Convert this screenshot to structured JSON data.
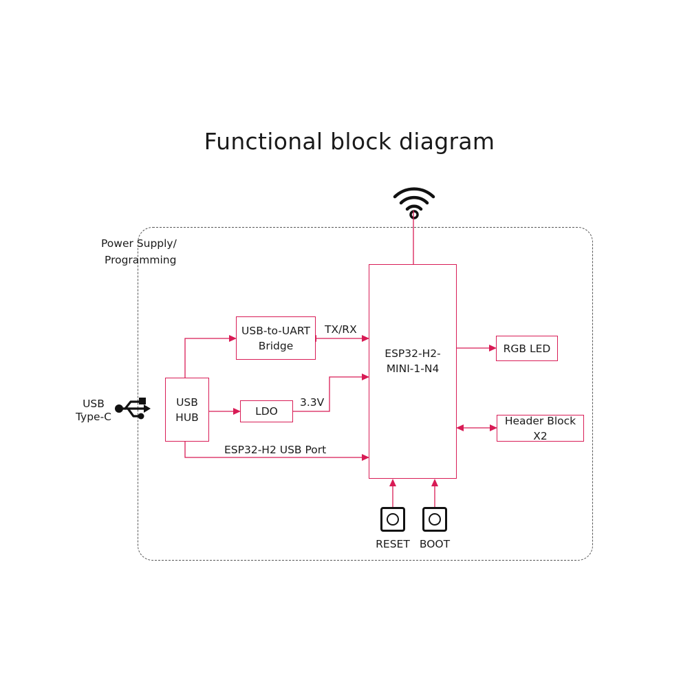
{
  "title": "Functional block diagram",
  "group_label": {
    "line1": "Power Supply/",
    "line2": "Programming"
  },
  "usb_connector": {
    "line1": "USB",
    "line2": "Type-C",
    "icon": "usb-icon"
  },
  "blocks": {
    "usb_hub": {
      "line1": "USB",
      "line2": "HUB"
    },
    "uart_bridge": {
      "line1": "USB-to-UART",
      "line2": "Bridge"
    },
    "ldo": "LDO",
    "mcu": {
      "line1": "ESP32-H2-",
      "line2": "MINI-1-N4"
    },
    "rgb_led": "RGB LED",
    "header_block": "Header Block X2"
  },
  "signals": {
    "tx_rx": "TX/RX",
    "voltage": "3.3V",
    "usb_port": "ESP32-H2 USB Port"
  },
  "buttons": {
    "reset": "RESET",
    "boot": "BOOT"
  },
  "antenna_icon": "wifi-icon",
  "colors": {
    "accent": "#d81b55",
    "text": "#1a1a1a",
    "frame": "#555555"
  }
}
